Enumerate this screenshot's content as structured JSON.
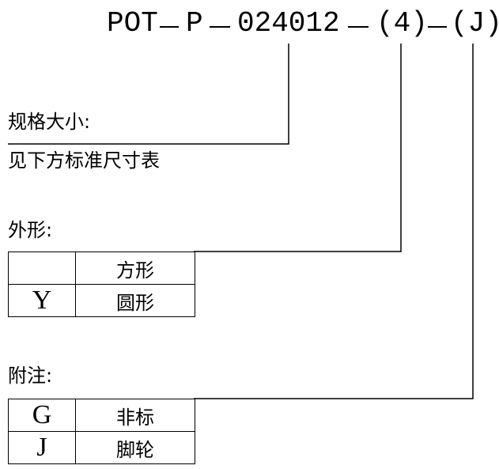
{
  "model_code": {
    "prefix": "POT",
    "letter": "P",
    "size": "024012",
    "shape": "(4)",
    "note": "(J)"
  },
  "size_section": {
    "label": "规格大小:",
    "description": "见下方标准尺寸表"
  },
  "shape_section": {
    "label": "外形:",
    "rows": [
      {
        "code": "",
        "desc": "方形"
      },
      {
        "code": "Y",
        "desc": "圆形"
      }
    ]
  },
  "note_section": {
    "label": "附注:",
    "rows": [
      {
        "code": "G",
        "desc": "非标"
      },
      {
        "code": "J",
        "desc": "脚轮"
      }
    ]
  }
}
